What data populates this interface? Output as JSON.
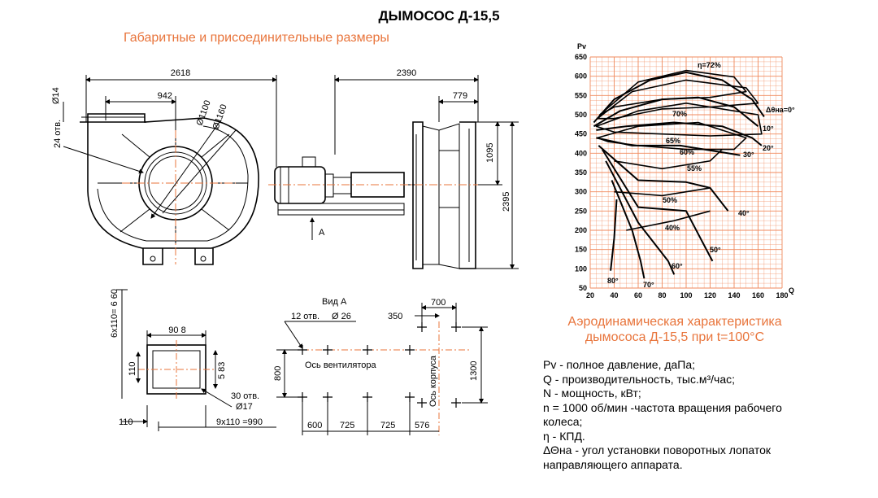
{
  "title": "ДЫМОСОС Д-15,5",
  "subtitle": "Габаритные и присоединительные размеры",
  "drawing": {
    "front": {
      "dim_2618": "2618",
      "dim_942": "942",
      "dim_d14": "Ø14",
      "dim_24holes": "24 отв.",
      "dim_d1100": "Ø1100",
      "dim_d1160": "Ø1160"
    },
    "side": {
      "dim_2390": "2390",
      "dim_779": "779",
      "dim_1095": "1095",
      "dim_2395": "2395",
      "arrow_a": "A"
    },
    "flange": {
      "dim_6x110": "6x110= 6 60",
      "dim_908": "90 8",
      "dim_110_v": "110",
      "dim_583": "5 83",
      "dim_30holes": "30 отв.",
      "dim_d17": "Ø17",
      "dim_110_h": "110",
      "dim_9x110": "9x110 =990"
    },
    "view_a": {
      "label": "Вид А",
      "holes": "12 отв.",
      "d26": "Ø 26",
      "dim_350": "350",
      "dim_700": "700",
      "fan_axis": "Ось вентилятора",
      "case_axis": "Ось корпуса",
      "dim_800": "800",
      "dim_1300": "1300",
      "dim_600": "600",
      "dim_725a": "725",
      "dim_725b": "725",
      "dim_576": "576"
    }
  },
  "chart": {
    "y_axis_label": "Pv",
    "x_axis_label": "Q",
    "y_ticks": [
      "650",
      "600",
      "550",
      "500",
      "450",
      "400",
      "350",
      "300",
      "250",
      "200",
      "150",
      "100",
      "50"
    ],
    "x_ticks": [
      "20",
      "40",
      "60",
      "80",
      "100",
      "120",
      "140",
      "160",
      "180"
    ],
    "efficiency_labels": [
      "η=72%",
      "70%",
      "65%",
      "60%",
      "55%",
      "50%",
      "40%"
    ],
    "angle_labels": [
      "Δθна=0°",
      "10°",
      "20°",
      "30°",
      "40°",
      "50°",
      "60°",
      "70°",
      "80°"
    ],
    "grid_color": "#f08a5d"
  },
  "chart_data": {
    "type": "line",
    "title": "",
    "xlabel": "Q",
    "ylabel": "Pv",
    "xlim": [
      20,
      180
    ],
    "ylim": [
      50,
      650
    ],
    "grid": true,
    "series": [
      {
        "name": "0°",
        "x": [
          23,
          40,
          70,
          100,
          130,
          155,
          165
        ],
        "y": [
          480,
          540,
          590,
          610,
          590,
          540,
          495
        ]
      },
      {
        "name": "10°",
        "x": [
          23,
          45,
          80,
          110,
          140,
          160
        ],
        "y": [
          470,
          510,
          540,
          545,
          520,
          470
        ]
      },
      {
        "name": "20°",
        "x": [
          25,
          50,
          90,
          130,
          155,
          163
        ],
        "y": [
          460,
          470,
          480,
          470,
          440,
          420
        ]
      },
      {
        "name": "30°",
        "x": [
          25,
          55,
          95,
          125,
          145
        ],
        "y": [
          440,
          420,
          420,
          405,
          395
        ]
      },
      {
        "name": "40°",
        "x": [
          27,
          60,
          100,
          120,
          135
        ],
        "y": [
          420,
          330,
          325,
          310,
          250
        ]
      },
      {
        "name": "50°",
        "x": [
          30,
          60,
          100,
          122
        ],
        "y": [
          410,
          260,
          250,
          120
        ]
      },
      {
        "name": "60°",
        "x": [
          33,
          60,
          85,
          90
        ],
        "y": [
          380,
          220,
          120,
          85
        ]
      },
      {
        "name": "70°",
        "x": [
          38,
          55,
          62,
          65
        ],
        "y": [
          330,
          200,
          120,
          75
        ]
      },
      {
        "name": "80°",
        "x": [
          42,
          40,
          37
        ],
        "y": [
          280,
          180,
          95
        ]
      }
    ]
  },
  "aero_title": "Аэродинамическая характеристика дымососа Д-15,5 при t=100°С",
  "legend": {
    "pv": "Pv - полное давление, даПа;",
    "q": "Q - производительность, тыс.м³/час;",
    "n_power": "N - мощность, кВт;",
    "n_speed": "n = 1000 об/мин -частота вращения рабочего колеса;",
    "eta": "η - КПД.",
    "theta": "ΔΘна - угол установки поворотных лопаток направляющего аппарата."
  }
}
